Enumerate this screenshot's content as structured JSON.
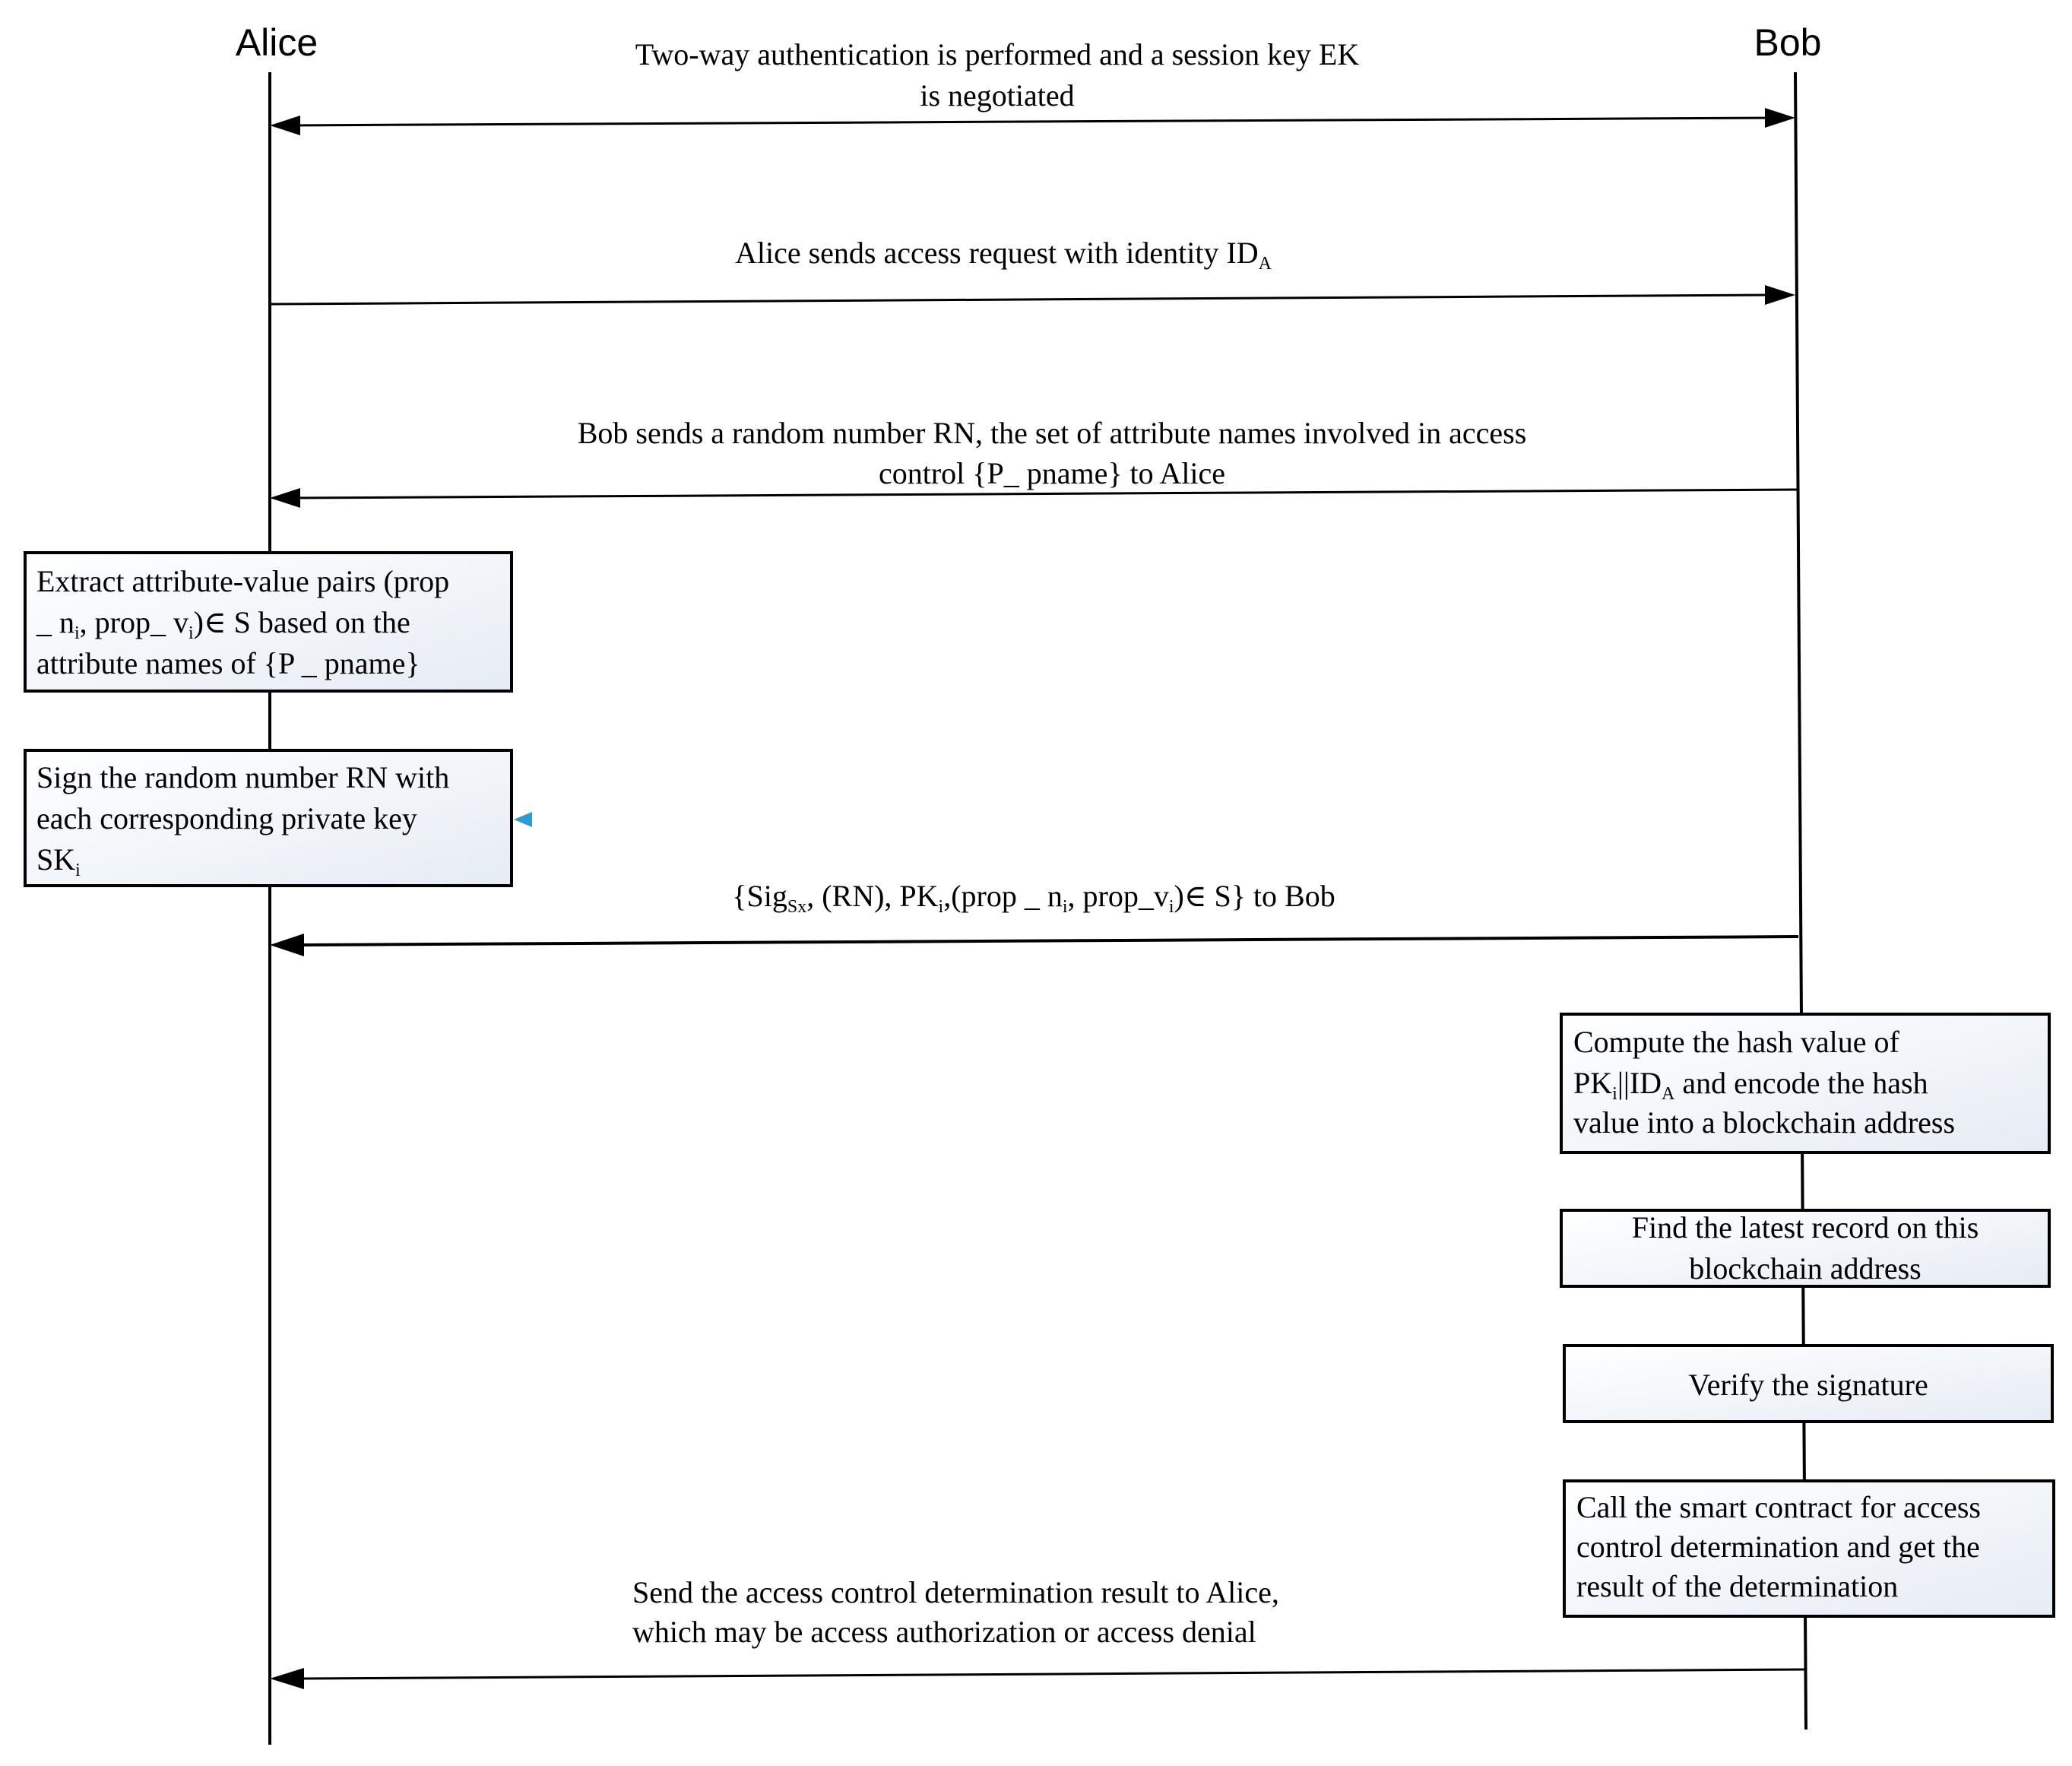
{
  "diagram": {
    "actors": {
      "left": "Alice",
      "right": "Bob"
    },
    "messages": {
      "m1": {
        "line1": "Two-way authentication is performed and a session key EK",
        "line2": "is negotiated"
      },
      "m2": {
        "text": "Alice sends access request with identity ID",
        "sub": "A"
      },
      "m3": {
        "line1": "Bob sends a random number RN, the set of attribute names involved in access",
        "line2": "control {P_ pname} to Alice"
      },
      "m4": {
        "p1": "{Sig",
        "p1_sub": "Sx",
        "p2": ", (RN), PK",
        "p2_sub": "i",
        "p3": ",(prop _ n",
        "p3_sub": "i",
        "p4": ", prop_v",
        "p4_sub": "i",
        "p5": ")∈ S} to Bob"
      },
      "m5": {
        "line1": "Send the access control determination result to Alice,",
        "line2": "which may be access authorization or access denial"
      }
    },
    "alice_boxes": {
      "extract": {
        "line1": "Extract attribute-value pairs (prop",
        "line2_a": "_ n",
        "line2_sub1": "i",
        "line2_b": ", prop_ v",
        "line2_sub2": "i",
        "line2_c": ")∈ S based on the",
        "line3": "attribute names of {P _ pname}"
      },
      "sign": {
        "line1": "Sign the random number RN with",
        "line2": "each corresponding private key",
        "line3_a": "SK",
        "line3_sub": "i"
      }
    },
    "bob_boxes": {
      "hash": {
        "line1": "Compute the hash value of",
        "line2_a": "PK",
        "line2_sub1": "i",
        "line2_b": "||ID",
        "line2_sub2": "A",
        "line2_c": " and encode the hash",
        "line3": "value into a blockchain address"
      },
      "find": {
        "line1": "Find the latest record on this",
        "line2": "blockchain address"
      },
      "verify": {
        "line1": "Verify the signature"
      },
      "contract": {
        "line1": "Call the smart contract for access",
        "line2": "control determination and get the",
        "line3": "result of the determination"
      }
    }
  },
  "colors": {
    "line": "#000000",
    "box_fill_top": "#ffffff",
    "box_fill_bottom": "#e6ecf4",
    "marker": "#2f9bd6"
  }
}
